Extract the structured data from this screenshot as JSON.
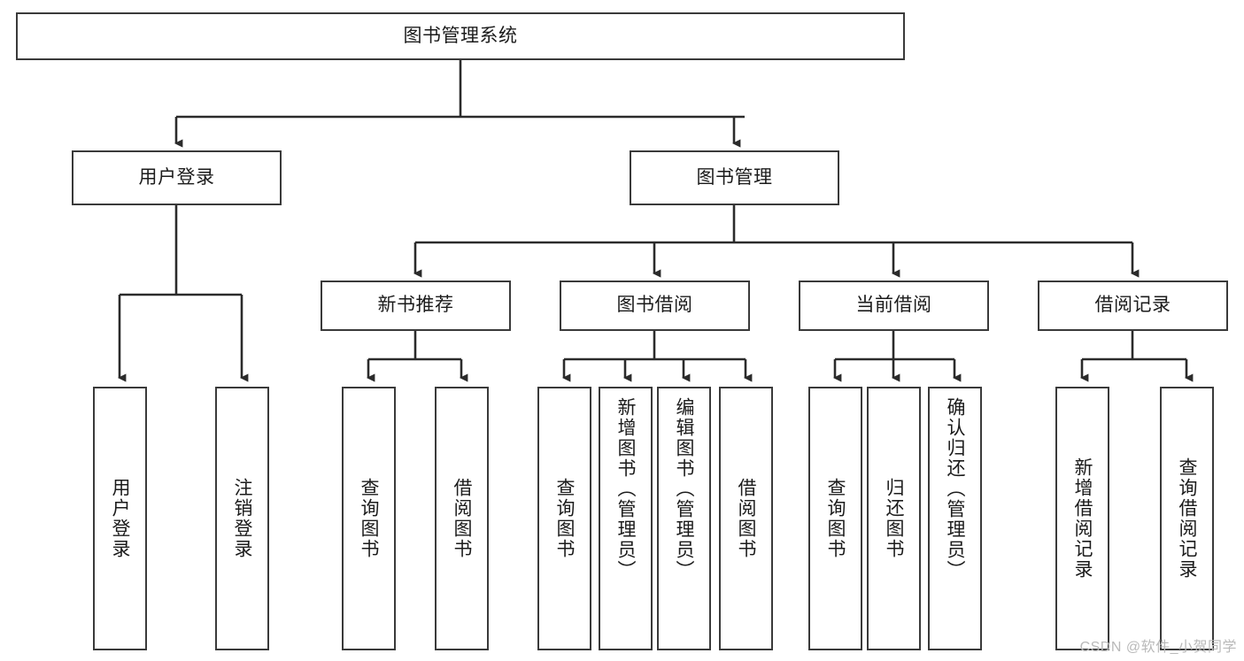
{
  "diagram": {
    "title": "图书管理系统",
    "type": "tree-hierarchy",
    "watermark": "CSDN @软件_小贺同学",
    "colors": {
      "box_border": "#3a3a3a",
      "box_fill": "#ffffff",
      "connector": "#2b2b2b",
      "text": "#1b1b1b",
      "watermark": "#b9b9b9"
    },
    "levels": {
      "root": {
        "label": "图书管理系统"
      },
      "level2": [
        {
          "label": "用户登录"
        },
        {
          "label": "图书管理"
        }
      ],
      "level3": [
        {
          "label": "新书推荐"
        },
        {
          "label": "图书借阅"
        },
        {
          "label": "当前借阅"
        },
        {
          "label": "借阅记录"
        }
      ],
      "leaves": {
        "user_login": [
          {
            "label": "用户登录"
          },
          {
            "label": "注销登录"
          }
        ],
        "new_book_recommend": [
          {
            "label": "查询图书"
          },
          {
            "label": "借阅图书"
          }
        ],
        "book_borrow": [
          {
            "label": "查询图书"
          },
          {
            "label": "新增图书（管理员）"
          },
          {
            "label": "编辑图书（管理员）"
          },
          {
            "label": "借阅图书"
          }
        ],
        "current_borrow": [
          {
            "label": "查询图书"
          },
          {
            "label": "归还图书"
          },
          {
            "label": "确认归还（管理员）"
          }
        ],
        "borrow_record": [
          {
            "label": "新增借阅记录"
          },
          {
            "label": "查询借阅记录"
          }
        ]
      }
    }
  }
}
